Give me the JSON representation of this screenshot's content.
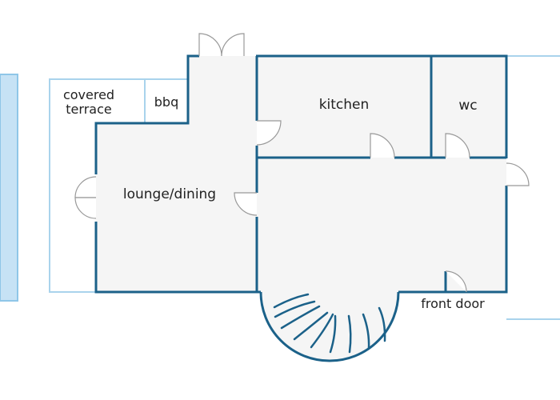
{
  "labels": {
    "covered_line1": "covered",
    "covered_line2": "terrace",
    "bbq": "bbq",
    "kitchen": "kitchen",
    "wc": "wc",
    "lounge": "lounge/dining",
    "front_door": "front door"
  },
  "colors": {
    "wall": "#1b6189",
    "outline": "#a9d3ec",
    "floor": "#f5f5f5",
    "door": "#999999",
    "pool_fill": "#c6e2f5",
    "pool_edge": "#8fc6e8"
  }
}
